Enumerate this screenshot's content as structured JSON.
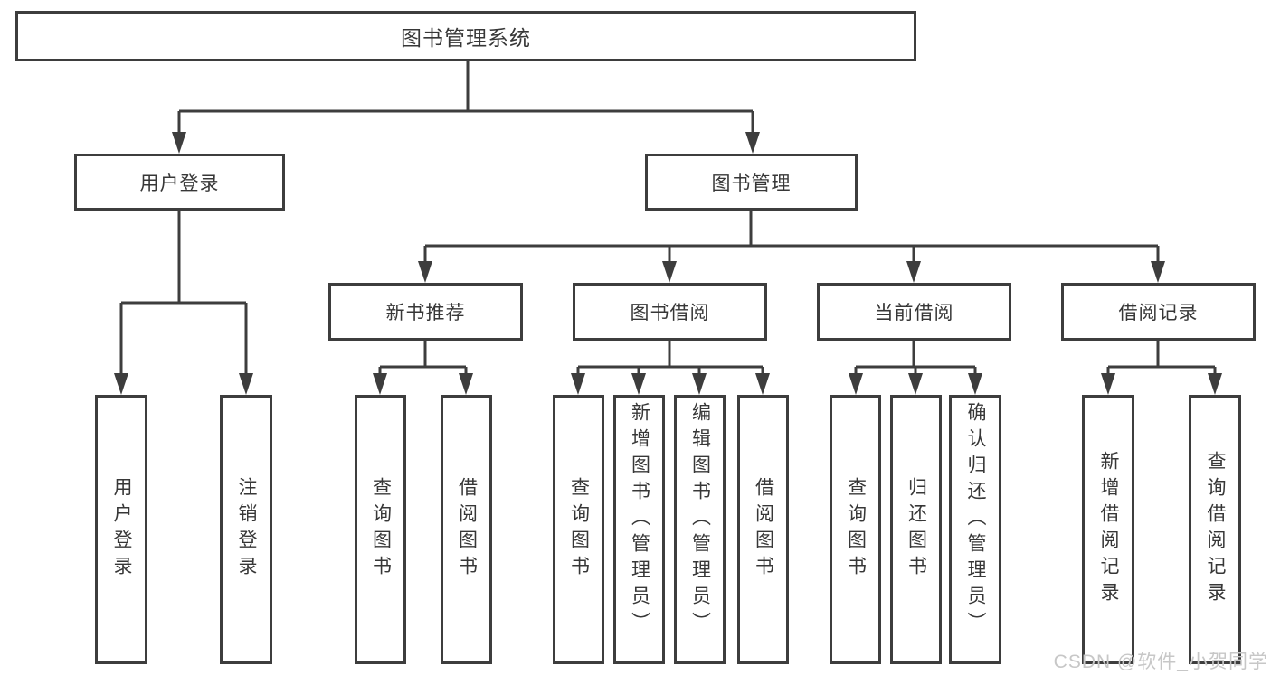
{
  "title": "图书管理系统",
  "watermark": "CSDN @软件_小贺同学",
  "colors": {
    "line": "#3d3d3d",
    "border": "#3d3d3d",
    "text": "#373737",
    "watermark": "#c7c7c7",
    "background": "#ffffff"
  },
  "tree": {
    "root": "图书管理系统",
    "branches": [
      {
        "label": "用户登录",
        "children": [
          "用户登录",
          "注销登录"
        ]
      },
      {
        "label": "图书管理",
        "children": [
          {
            "label": "新书推荐",
            "children": [
              "查询图书",
              "借阅图书"
            ]
          },
          {
            "label": "图书借阅",
            "children": [
              "查询图书",
              "新增图书（管理员）",
              "编辑图书（管理员）",
              "借阅图书"
            ]
          },
          {
            "label": "当前借阅",
            "children": [
              "查询图书",
              "归还图书",
              "确认归还（管理员）"
            ]
          },
          {
            "label": "借阅记录",
            "children": [
              "新增借阅记录",
              "查询借阅记录"
            ]
          }
        ]
      }
    ]
  }
}
